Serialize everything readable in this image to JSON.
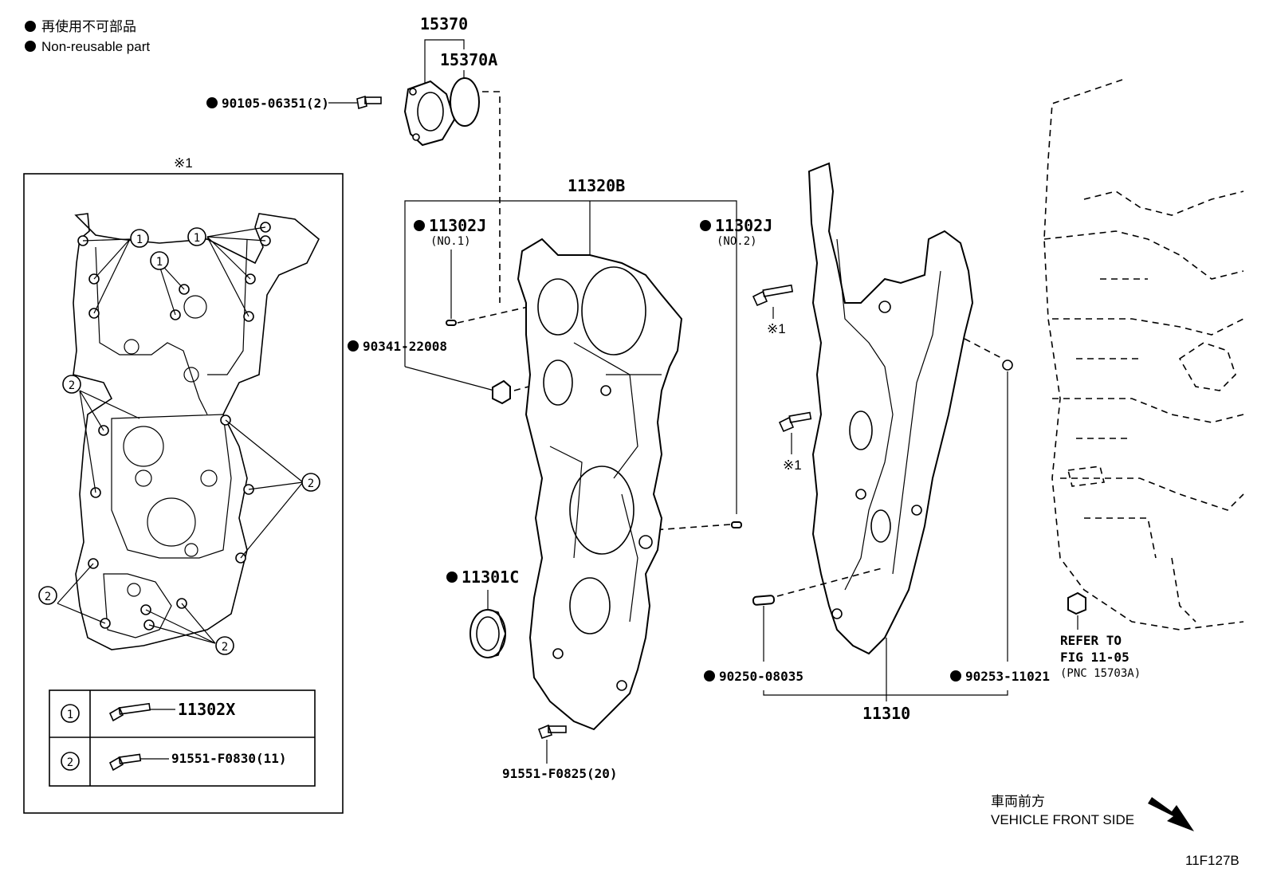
{
  "legend": {
    "line_jp": "再使用不可部品",
    "line_en": "Non-reusable part"
  },
  "kit_marker": "※1",
  "callouts": {
    "p15370": "15370",
    "p15370A": "15370A",
    "p90105": "90105-06351(2)",
    "p11320B": "11320B",
    "p11302J_1": "11302J",
    "p11302J_1_sub": "(NO.1)",
    "p11302J_2": "11302J",
    "p11302J_2_sub": "(NO.2)",
    "p90341": "90341-22008",
    "p11301C": "11301C",
    "p91551_F0825": "91551-F0825(20)",
    "bolt_mark_1": "※1",
    "bolt_mark_2": "※1",
    "p90250": "90250-08035",
    "p90253": "90253-11021",
    "p11310": "11310",
    "refer_1": "REFER TO",
    "refer_2": "FIG 11-05",
    "refer_3": "(PNC 15703A)"
  },
  "table": {
    "rows": [
      {
        "num": "1",
        "part": "11302X"
      },
      {
        "num": "2",
        "part": "91551-F0830(11)"
      }
    ]
  },
  "bolt_group_numbers": [
    "1",
    "1",
    "1",
    "2",
    "2",
    "2",
    "2"
  ],
  "direction": {
    "jp": "車両前方",
    "en": "VEHICLE FRONT SIDE"
  },
  "figure_code": "11F127B"
}
